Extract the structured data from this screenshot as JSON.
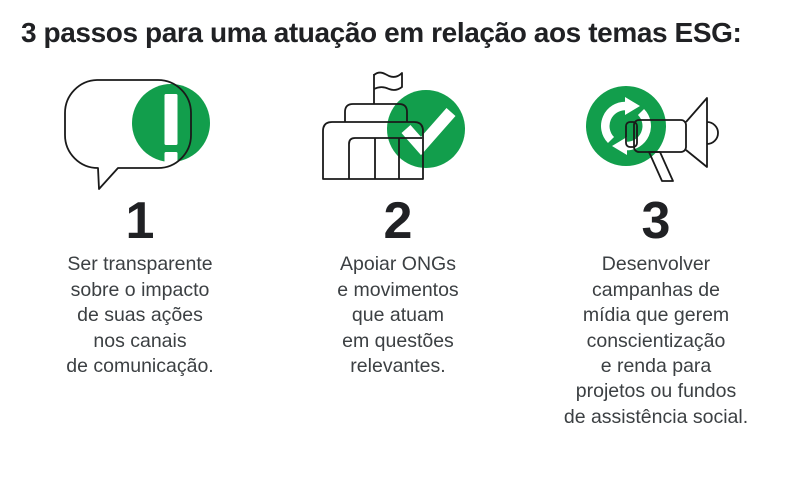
{
  "title": "3 passos para uma atuação em relação aos temas ESG:",
  "colors": {
    "accent_green": "#129E4C",
    "heading_text": "#202124",
    "body_text": "#3C4043",
    "outline": "#1A1A1A",
    "glyph_white": "#FFFFFF",
    "page_bg": "#FFFFFF"
  },
  "steps": [
    {
      "number": "1",
      "icon": "speech-bubble-exclamation-icon",
      "lines": [
        "Ser transparente",
        "sobre o impacto",
        "de suas ações",
        "nos canais",
        "de comunicação."
      ]
    },
    {
      "number": "2",
      "icon": "institution-check-icon",
      "lines": [
        "Apoiar ONGs",
        "e movimentos",
        "que atuam",
        "em questões",
        "relevantes."
      ]
    },
    {
      "number": "3",
      "icon": "megaphone-sync-icon",
      "lines": [
        "Desenvolver",
        "campanhas de",
        "mídia que gerem",
        "conscientização",
        "e renda para",
        "projetos ou fundos",
        "de assistência social."
      ]
    }
  ]
}
